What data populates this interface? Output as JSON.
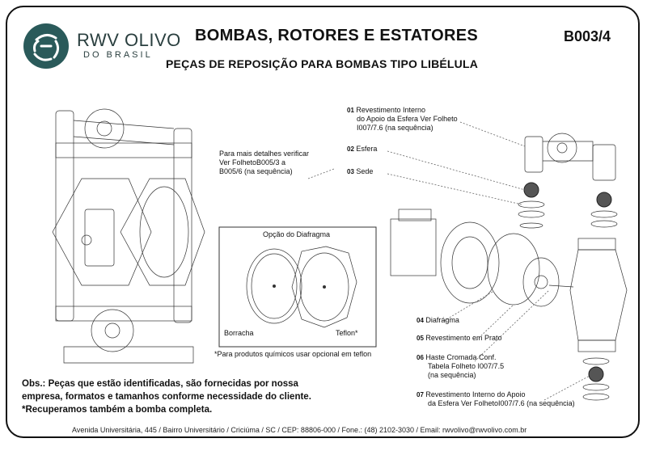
{
  "brand": {
    "name": "RWV OLIVO",
    "subtitle": "DO BRASIL"
  },
  "header": {
    "title": "BOMBAS, ROTORES E ESTATORES",
    "code": "B003/4",
    "subtitle": "PEÇAS DE REPOSIÇÃO PARA BOMBAS TIPO LIBÉLULA"
  },
  "details_note": {
    "line1": "Para mais detalhes verificar",
    "line2": "Ver FolhetoB005/3 a",
    "line3": "B005/6 (na sequência)"
  },
  "callouts": [
    {
      "num": "01",
      "line1": "Revestimento Interno",
      "line2": "do Apoio da Esfera Ver Folheto",
      "line3": "I007/7.6 (na sequência)"
    },
    {
      "num": "02",
      "line1": "Esfera"
    },
    {
      "num": "03",
      "line1": "Sede"
    },
    {
      "num": "04",
      "line1": "Diafrágma"
    },
    {
      "num": "05",
      "line1": "Revestimento em Prato"
    },
    {
      "num": "06",
      "line1": "Haste Cromada Conf.",
      "line2": "Tabela Folheto I007/7.5",
      "line3": "(na sequência)"
    },
    {
      "num": "07",
      "line1": "Revestimento Interno do Apoio",
      "line2": "da Esfera Ver FolhetoI007/7.6 (na sequência)"
    }
  ],
  "diaphragm_box": {
    "title": "Opção do Diafragma",
    "left_label": "Borracha",
    "right_label": "Teflon*",
    "footnote": "*Para produtos químicos usar opcional em teflon"
  },
  "obs": {
    "line1": "Obs.: Peças que estão identificadas, são fornecidas por nossa",
    "line2": "empresa, formatos e tamanhos conforme necessidade do cliente.",
    "line3": "*Recuperamos também a bomba completa."
  },
  "footer": {
    "text": "Avenida Universitária, 445 / Bairro Universitário / Criciúma / SC / CEP: 88806-000 / Fone.: (48) 2102-3030 / Email: rwvolivo@rwvolivo.com.br"
  }
}
